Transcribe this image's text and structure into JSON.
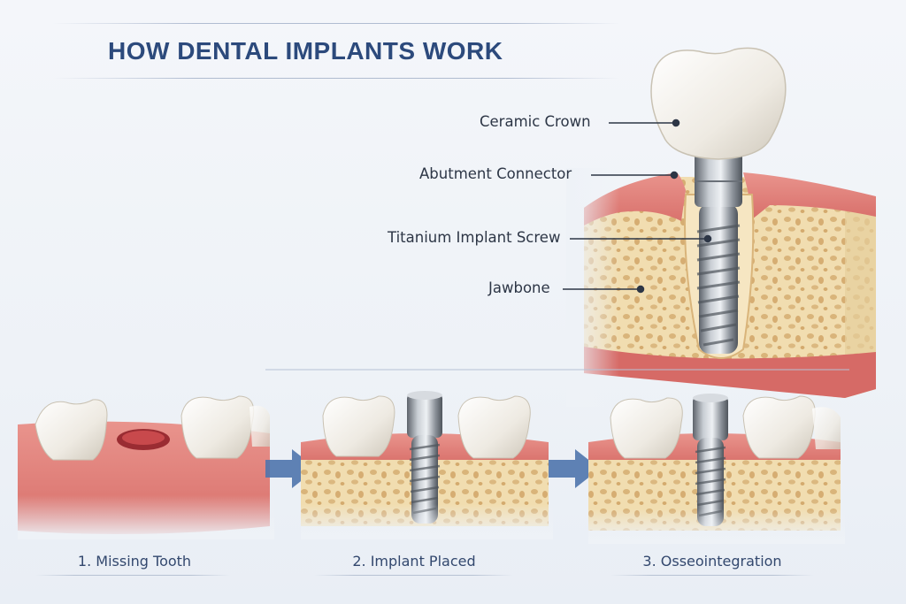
{
  "title": "HOW DENTAL IMPLANTS WORK",
  "labels": {
    "crown": "Ceramic Crown",
    "abutment": "Abutment Connector",
    "screw": "Titanium Implant Screw",
    "jawbone": "Jawbone"
  },
  "steps": [
    {
      "label": "1. Missing Tooth"
    },
    {
      "label": "2. Implant Placed"
    },
    {
      "label": "3. Osseointegration"
    }
  ],
  "colors": {
    "title": "#2c4a7c",
    "gum": "#e58a86",
    "bone": "#f0dcae",
    "crown": "#f4f2ec",
    "metal": "#9aa0a8",
    "arrow": "#4f74ad"
  }
}
